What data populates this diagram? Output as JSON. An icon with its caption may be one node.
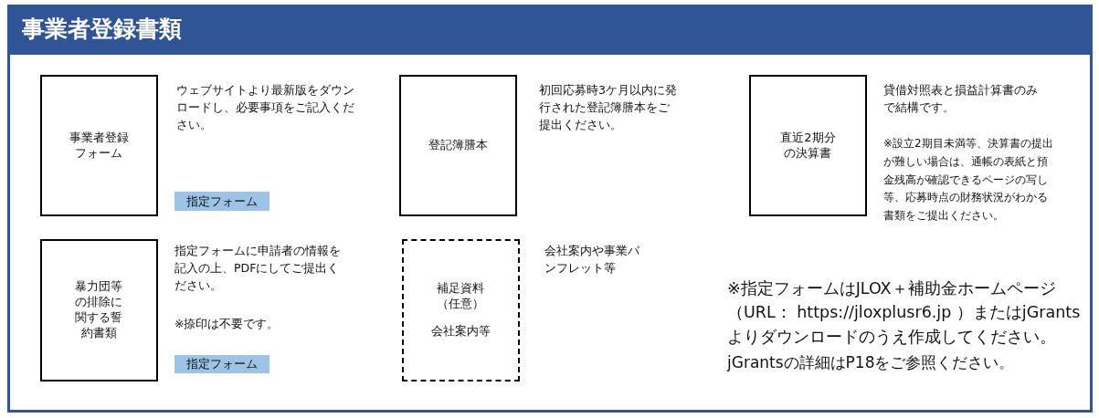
{
  "diagram": {
    "title": "事業者登録書類",
    "nodes": [
      {
        "text": [
          "事業者登録フォーム"
        ],
        "beside": [
          "ウェブサイトより最新版をダウンロードし、必要事項をご記入ください。"
        ]
      },
      {
        "text": [
          "指定フォーム"
        ]
      },
      {
        "text": [
          "登記簿謄本"
        ],
        "beside": [
          "初回応募時3ケ月以内に発行された登記簿謄本をご提出ください。"
        ]
      },
      {
        "text": [
          "直近2期分の決算書"
        ],
        "beside": [
          "貸借対照表と損益計算書のみで結構です。",
          "※設立2期目未満等、決算書の提出が難しい場合は、通帳の表紙と預金残高が確認できるページの写し等、応募時点の財務状況がわかる書類をご提出ください。"
        ]
      },
      {
        "text": [
          "暴力団等の排除に関する誓約書類"
        ],
        "beside": [
          "指定フォームに申請者の情報を記入の上、PDFにしてご提出ください。",
          "※捺印は不要です。"
        ]
      },
      {
        "text": [
          "指定フォーム"
        ]
      },
      {
        "text": [
          "補足資料（任意）",
          "会社案内等"
        ],
        "beside": [
          "会社案内や事業パンフレット等"
        ]
      }
    ],
    "labels": [
      "※指定フォームはJLOX＋補助金ホームページ（URL： https://jloxplusr6.jp ）またはjGrants よりダウンロードのうえ作成してください。",
      "jGrantsの詳細はP18をご参照ください。"
    ]
  }
}
